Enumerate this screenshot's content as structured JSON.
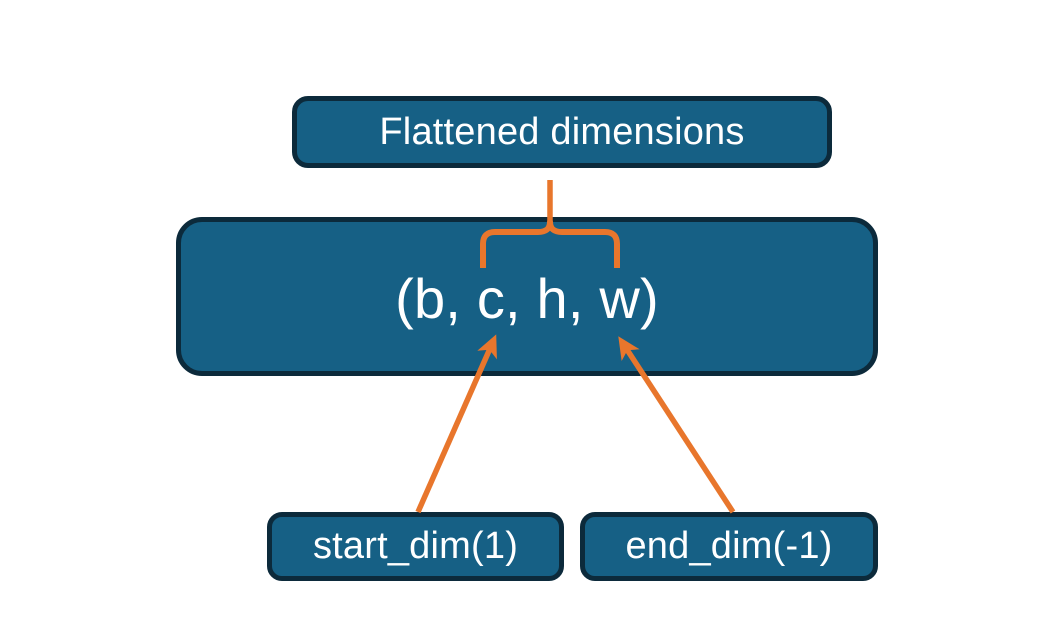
{
  "diagram": {
    "title_node": {
      "label": "Flattened dimensions"
    },
    "shape_node": {
      "label": "(b, c, h, w)"
    },
    "start_node": {
      "label": "start_dim(1)"
    },
    "end_node": {
      "label": "end_dim(-1)"
    },
    "colors": {
      "node_fill": "#166085",
      "node_border": "#0c2a3b",
      "node_text": "#ffffff",
      "connector": "#e8762c",
      "background": "#ffffff"
    },
    "connectors": [
      {
        "name": "brace-flattened-to-shape",
        "kind": "curly-brace",
        "from": "shape_node",
        "to": "title_node"
      },
      {
        "name": "arrow-start-dim-to-shape",
        "kind": "arrow",
        "from": "start_node",
        "to": "shape_node"
      },
      {
        "name": "arrow-end-dim-to-shape",
        "kind": "arrow",
        "from": "end_node",
        "to": "shape_node"
      }
    ]
  }
}
